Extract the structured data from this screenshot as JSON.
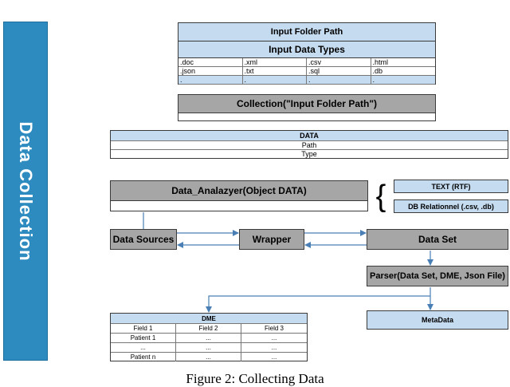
{
  "sidebar": {
    "label": "Data Collection"
  },
  "input_box": {
    "folder_title": "Input Folder Path",
    "types_title": "Input Data Types",
    "types": [
      ".doc",
      ".xml",
      ".csv",
      ".html",
      ".json",
      ".txt",
      ".sql",
      ".db",
      ".",
      ".",
      ".",
      "."
    ]
  },
  "collection": {
    "title": "Collection(\"Input Folder Path\")"
  },
  "data_box": {
    "title": "DATA",
    "rows": [
      "Path",
      "Type"
    ]
  },
  "analyzer": {
    "title": "Data_Analazyer(Object DATA)"
  },
  "brace": "{",
  "formats": {
    "text": "TEXT (RTF)",
    "db": "DB Relationnel (.csv, .db)"
  },
  "nodes": {
    "sources": "Data Sources",
    "wrapper": "Wrapper",
    "dataset": "Data Set",
    "parser": "Parser(Data Set, DME, Json File)",
    "metadata": "MetaData"
  },
  "dme": {
    "title": "DME",
    "headers": [
      "Field 1",
      "Field 2",
      "Field 3"
    ],
    "rows": [
      [
        "Patient 1",
        "...",
        "..."
      ],
      [
        "...",
        "...",
        "..."
      ],
      [
        "Patient n",
        "...",
        "..."
      ]
    ]
  },
  "caption": "Figure 2: Collecting Data",
  "colors": {
    "sidebar": "#2e8bc0",
    "light_blue": "#c5dbf0",
    "gray": "#a6a6a6",
    "arrow": "#4a7fb5"
  }
}
